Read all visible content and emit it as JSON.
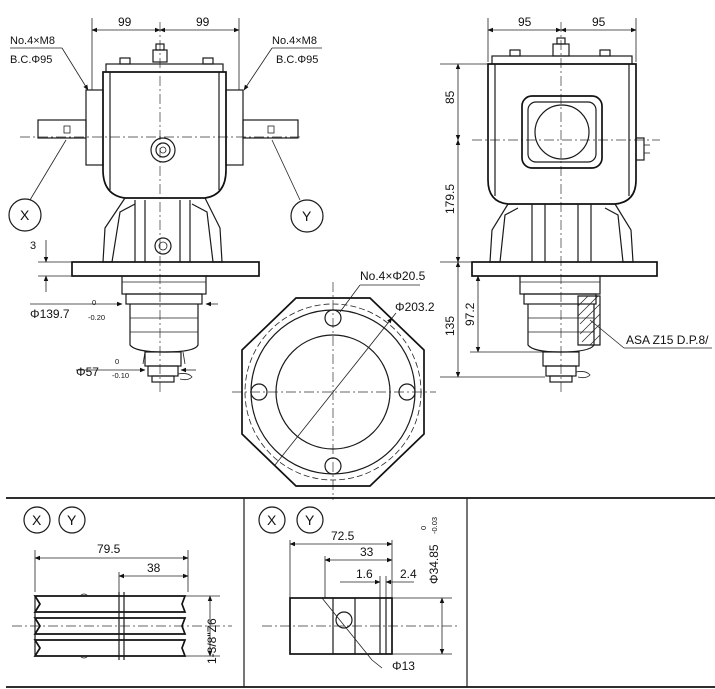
{
  "front_view": {
    "dim_left_99": "99",
    "dim_right_99": "99",
    "left_note_bolts": "No.4×M8",
    "left_note_bc": "B.C.Φ95",
    "right_note_bolts": "No.4×M8",
    "right_note_bc": "B.C.Φ95",
    "label_x": "X",
    "label_y": "Y",
    "dim_3": "3",
    "dim_pilot": "Φ139.7",
    "dim_pilot_tol_upper": "0",
    "dim_pilot_tol_lower": "-0.20",
    "dim_shaft": "Φ57",
    "dim_shaft_tol_upper": "0",
    "dim_shaft_tol_lower": "-0.10"
  },
  "flange_view": {
    "holes_note": "No.4×Φ20.5",
    "bolt_circle": "Φ203.2"
  },
  "side_view": {
    "dim_left_95": "95",
    "dim_right_95": "95",
    "dim_85": "85",
    "dim_179_5": "179.5",
    "dim_135": "135",
    "dim_97_2": "97.2",
    "spline_note": "ASA Z15 D.P.8/"
  },
  "detail_left": {
    "label_x": "X",
    "label_y": "Y",
    "dim_79_5": "79.5",
    "dim_38": "38",
    "spline": "1-3/8\"Z6"
  },
  "detail_right": {
    "label_x": "X",
    "label_y": "Y",
    "dim_72_5": "72.5",
    "dim_33": "33",
    "dim_1_6": "1.6",
    "dim_2_4": "2.4",
    "dim_dia": "Φ34.85",
    "dim_dia_tol_upper": "0",
    "dim_dia_tol_lower": "-0.03",
    "dim_hole": "Φ13"
  }
}
